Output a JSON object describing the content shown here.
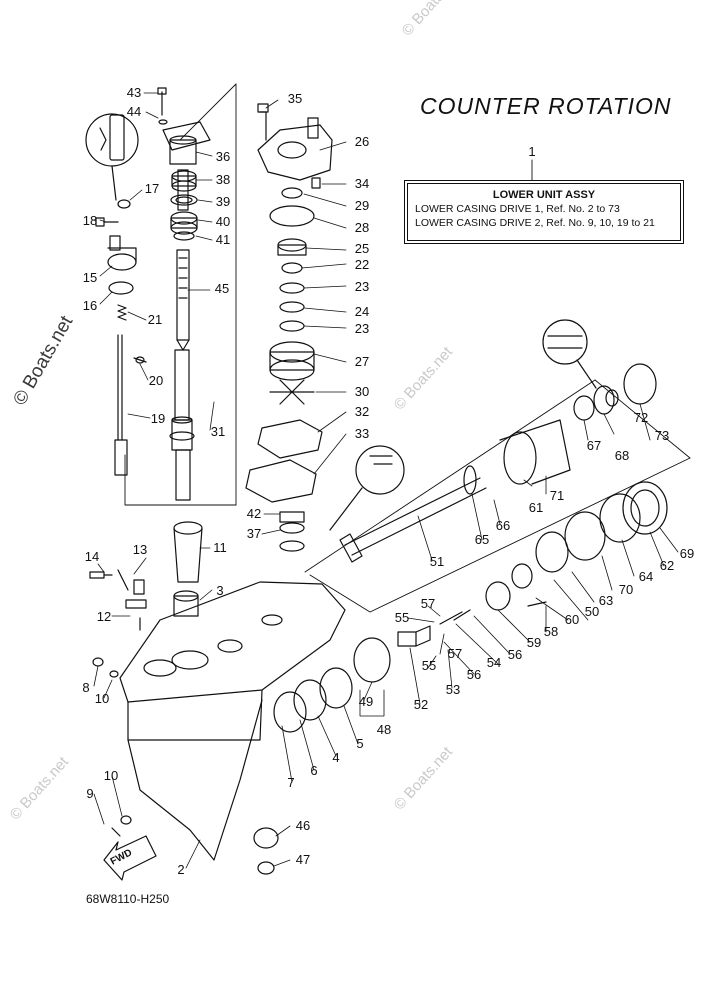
{
  "diagram": {
    "heading": "COUNTER ROTATION",
    "assembly_note": {
      "title": "LOWER UNIT ASSY",
      "lines": [
        "LOWER CASING DRIVE 1, Ref. No. 2 to 73",
        "LOWER CASING DRIVE 2, Ref. No. 9, 10, 19 to 21"
      ]
    },
    "part_number": "68W8110-H250",
    "fwd_label": "FWD",
    "watermarks": [
      "© Boats.net",
      "© Boats.net",
      "© Boats.net",
      "© Boats.net",
      "© Boats.net"
    ],
    "callouts": [
      "43",
      "44",
      "35",
      "26",
      "36",
      "34",
      "38",
      "29",
      "39",
      "28",
      "40",
      "41",
      "17",
      "18",
      "15",
      "16",
      "45",
      "21",
      "25",
      "22",
      "23",
      "24",
      "23",
      "27",
      "20",
      "19",
      "30",
      "31",
      "32",
      "33",
      "72",
      "73",
      "67",
      "68",
      "71",
      "61",
      "66",
      "65",
      "51",
      "42",
      "37",
      "11",
      "14",
      "13",
      "3",
      "12",
      "8",
      "10",
      "69",
      "62",
      "64",
      "70",
      "63",
      "50",
      "60",
      "58",
      "59",
      "57",
      "56",
      "55",
      "54",
      "57",
      "55",
      "53",
      "56",
      "52",
      "49",
      "48",
      "5",
      "4",
      "6",
      "7",
      "10",
      "9",
      "2",
      "46",
      "47",
      "1"
    ]
  }
}
